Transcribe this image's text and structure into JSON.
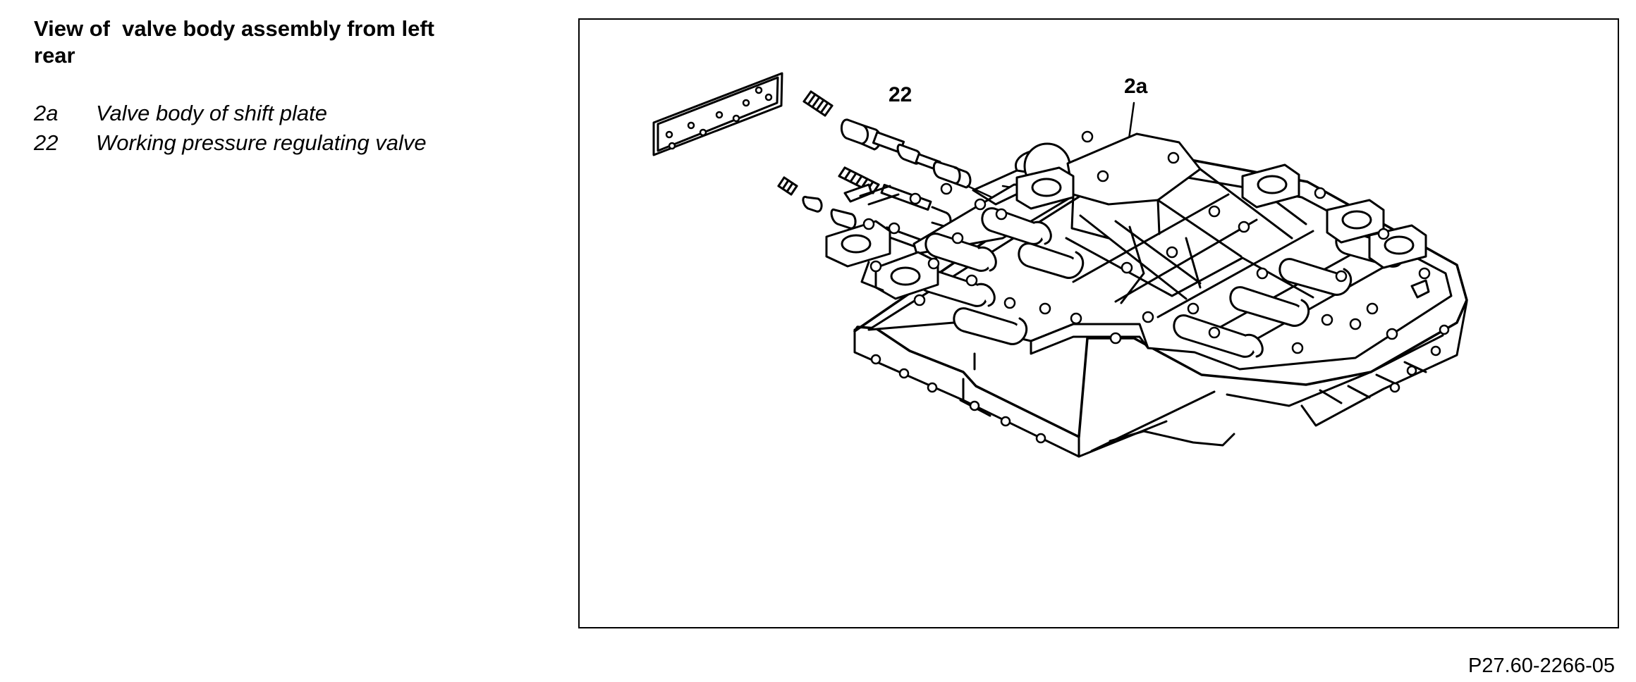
{
  "title": "View of  valve body assembly from left\nrear",
  "legend": [
    {
      "code": "2a",
      "text": "Valve body of shift plate"
    },
    {
      "code": "22",
      "text": "Working pressure regulating valve"
    }
  ],
  "callouts": {
    "c22": "22",
    "c2a": "2a"
  },
  "figure_id": "P27.60-2266-05"
}
